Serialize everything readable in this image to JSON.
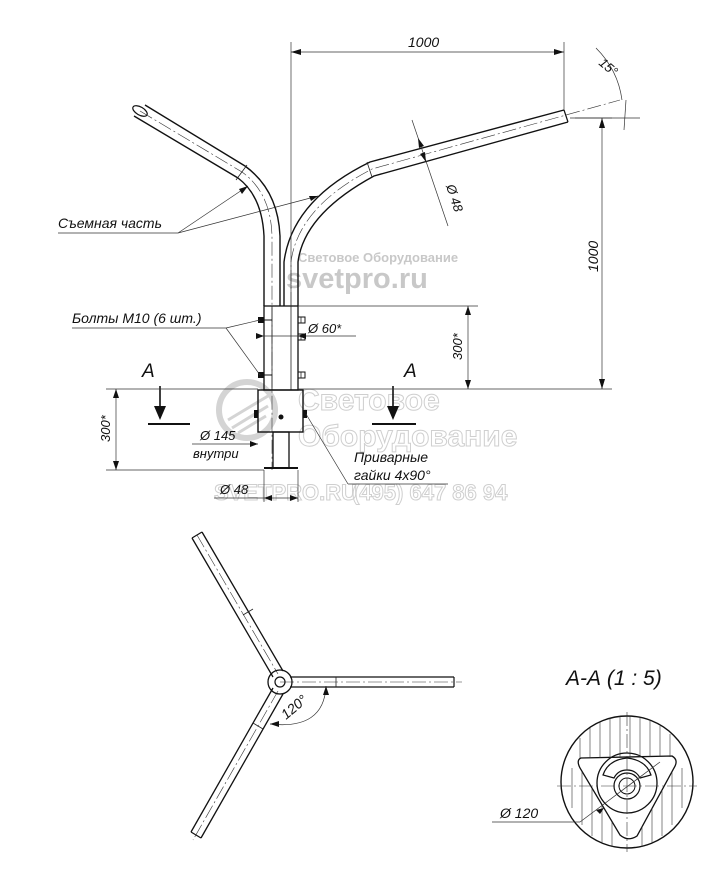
{
  "labels": {
    "removable_part": "Съемная часть",
    "bolts": "Болты М10 (6 шт.)",
    "welded_nuts_1": "Приварные",
    "welded_nuts_2": "гайки 4х90°",
    "section_a_left": "А",
    "section_a_right": "А",
    "section_view": "А-А (1 : 5)"
  },
  "dimensions": {
    "arm_reach": "1000",
    "arm_angle": "15°",
    "arm_height": "1000",
    "arm_tube_diameter": "Ø 48",
    "sleeve_diameter": "Ø 60*",
    "sleeve_length": "300*",
    "base_length": "300*",
    "base_inner_diameter": "Ø 145",
    "base_inner_note": "внутри",
    "stem_diameter": "Ø 48",
    "plan_angle": "120°",
    "section_diameter": "Ø 120"
  },
  "watermark": {
    "brand_line_1": "Световое Оборудование",
    "brand_site": "svetpro.ru",
    "brand_big_1": "Световое",
    "brand_big_2": "Оборудование",
    "site_small": "SVETPRO.RU",
    "phone": "(495) 647 86 94"
  }
}
